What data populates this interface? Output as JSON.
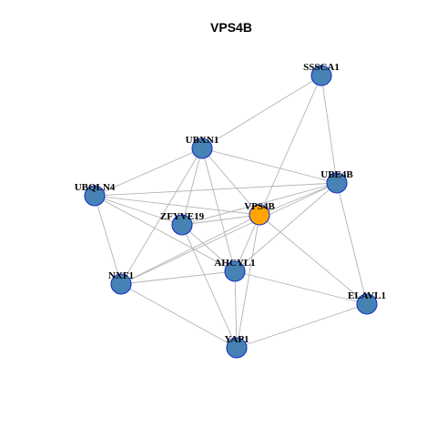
{
  "title": "VPS4B",
  "colors": {
    "hub": "#FFA500",
    "node": "#4682B4",
    "node_border": "#1A2FC8",
    "edge": "#B3B3B3"
  },
  "nodes": [
    {
      "id": "SSSCA1",
      "label": "SSSCA1",
      "hub": false
    },
    {
      "id": "UBXN1",
      "label": "UBXN1",
      "hub": false
    },
    {
      "id": "UBE4B",
      "label": "UBE4B",
      "hub": false
    },
    {
      "id": "UBQLN4",
      "label": "UBQLN4",
      "hub": false
    },
    {
      "id": "VPS4B",
      "label": "VPS4B",
      "hub": true
    },
    {
      "id": "ZFYVE19",
      "label": "ZFYVE19",
      "hub": false
    },
    {
      "id": "AHCYL1",
      "label": "AHCYL1",
      "hub": false
    },
    {
      "id": "NXF1",
      "label": "NXF1",
      "hub": false
    },
    {
      "id": "ELAVL1",
      "label": "ELAVL1",
      "hub": false
    },
    {
      "id": "YAP1",
      "label": "YAP1",
      "hub": false
    }
  ],
  "edges": [
    [
      "SSSCA1",
      "UBXN1"
    ],
    [
      "SSSCA1",
      "VPS4B"
    ],
    [
      "SSSCA1",
      "UBE4B"
    ],
    [
      "UBXN1",
      "UBQLN4"
    ],
    [
      "UBXN1",
      "UBE4B"
    ],
    [
      "UBXN1",
      "ZFYVE19"
    ],
    [
      "UBXN1",
      "VPS4B"
    ],
    [
      "UBXN1",
      "AHCYL1"
    ],
    [
      "UBXN1",
      "NXF1"
    ],
    [
      "UBQLN4",
      "VPS4B"
    ],
    [
      "UBQLN4",
      "ZFYVE19"
    ],
    [
      "UBQLN4",
      "AHCYL1"
    ],
    [
      "UBQLN4",
      "NXF1"
    ],
    [
      "UBQLN4",
      "UBE4B"
    ],
    [
      "UBE4B",
      "ZFYVE19"
    ],
    [
      "UBE4B",
      "VPS4B"
    ],
    [
      "UBE4B",
      "AHCYL1"
    ],
    [
      "UBE4B",
      "ELAVL1"
    ],
    [
      "UBE4B",
      "NXF1"
    ],
    [
      "ZFYVE19",
      "VPS4B"
    ],
    [
      "ZFYVE19",
      "AHCYL1"
    ],
    [
      "ZFYVE19",
      "YAP1"
    ],
    [
      "VPS4B",
      "AHCYL1"
    ],
    [
      "VPS4B",
      "NXF1"
    ],
    [
      "VPS4B",
      "YAP1"
    ],
    [
      "VPS4B",
      "ELAVL1"
    ],
    [
      "AHCYL1",
      "NXF1"
    ],
    [
      "AHCYL1",
      "ELAVL1"
    ],
    [
      "AHCYL1",
      "YAP1"
    ],
    [
      "NXF1",
      "YAP1"
    ],
    [
      "ELAVL1",
      "YAP1"
    ]
  ]
}
